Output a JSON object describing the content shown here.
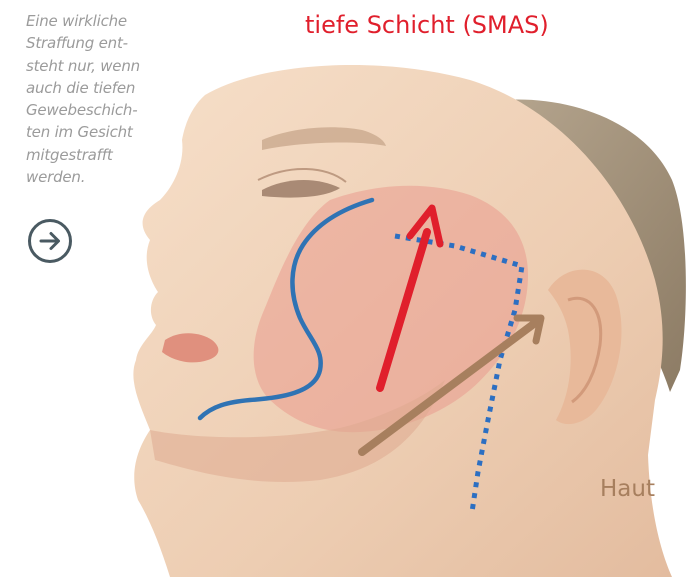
{
  "sidenote": {
    "lines": [
      "Eine wirkliche",
      "Straffung ent-",
      "steht nur, wenn",
      "auch die tiefen",
      "Gewebeschich-",
      "ten im Gesicht",
      "mitgestrafft",
      "werden."
    ]
  },
  "next_button": {
    "icon": "arrow-right-circle-icon"
  },
  "labels": {
    "deep_layer": "tiefe Schicht (SMAS)",
    "skin": "Haut"
  },
  "colors": {
    "deep_layer_arrow": "#e01f2c",
    "skin_arrow": "#a77f5e",
    "incision_line": "#2f73b4",
    "dotted_line": "#2c6fc2",
    "smas_area": "#e99a8e",
    "skin_base": "#f0d2b8"
  }
}
